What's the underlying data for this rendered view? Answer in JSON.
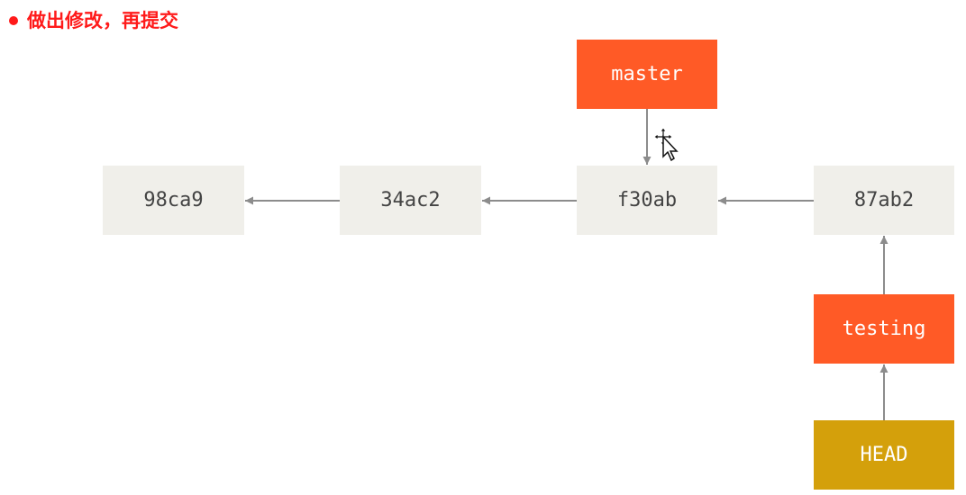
{
  "slide": {
    "bullet_text": "做出修改，再提交"
  },
  "colors": {
    "commit_bg": "#f0efea",
    "branch_bg": "#ff5a26",
    "head_bg": "#d4a00b",
    "arrow": "#8c8c8c",
    "bullet": "#ff1a1a"
  },
  "commits": [
    {
      "id": "98ca9"
    },
    {
      "id": "34ac2"
    },
    {
      "id": "f30ab"
    },
    {
      "id": "87ab2"
    }
  ],
  "branches": [
    {
      "name": "master",
      "points_to": "f30ab"
    },
    {
      "name": "testing",
      "points_to": "87ab2"
    }
  ],
  "head": {
    "label": "HEAD",
    "points_to": "testing"
  },
  "icons": {
    "cursor": "move-cursor-icon"
  }
}
